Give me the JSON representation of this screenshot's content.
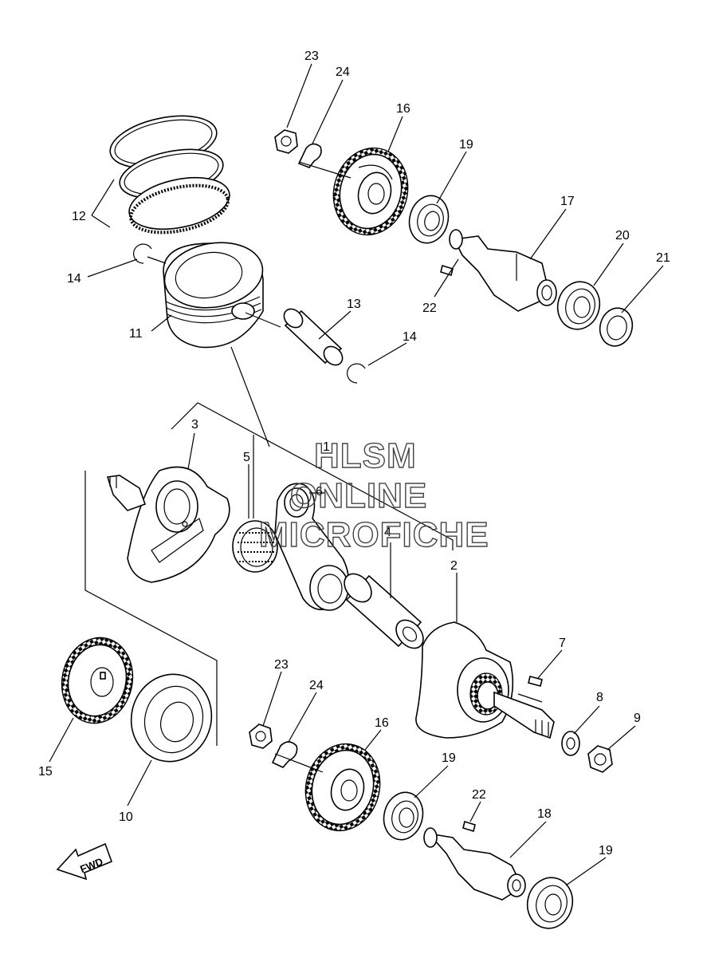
{
  "watermark": {
    "line1": "HLSM",
    "line2": "ONLINE",
    "line3": "MICROFICHE"
  },
  "fwd_label": "FWD",
  "callouts": {
    "c23a": "23",
    "c24a": "24",
    "c16a": "16",
    "c19a": "19",
    "c17": "17",
    "c20": "20",
    "c21": "21",
    "c22a": "22",
    "c12": "12",
    "c14a": "14",
    "c11": "11",
    "c13": "13",
    "c14b": "14",
    "c3": "3",
    "c5": "5",
    "c6": "6",
    "c1": "1",
    "c4": "4",
    "c2": "2",
    "c7": "7",
    "c8": "8",
    "c9": "9",
    "c23b": "23",
    "c24b": "24",
    "c16b": "16",
    "c19b": "19",
    "c22b": "22",
    "c18": "18",
    "c19c": "19",
    "c15": "15",
    "c10": "10"
  }
}
